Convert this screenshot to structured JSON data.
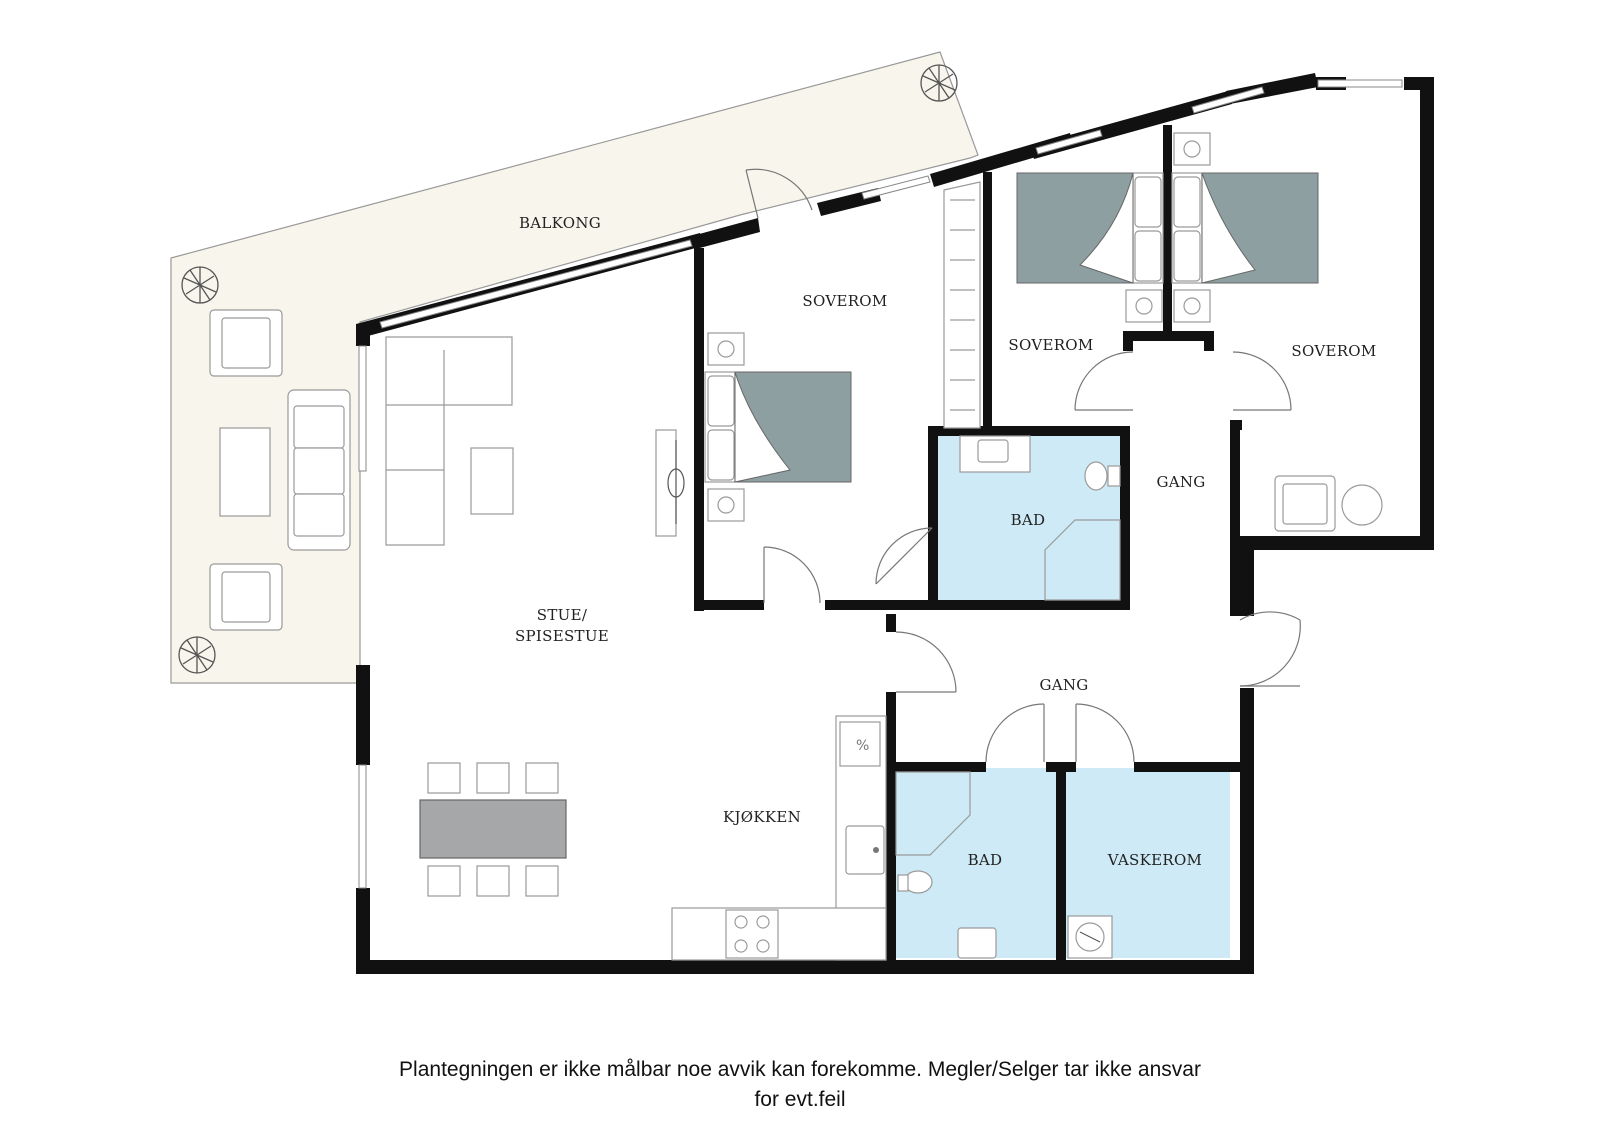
{
  "rooms": {
    "balcony": "BALKONG",
    "bedroom_1": "SOVEROM",
    "bedroom_2": "SOVEROM",
    "bedroom_3": "SOVEROM",
    "living_line1": "STUE/",
    "living_line2": "SPISESTUE",
    "bath_1": "BAD",
    "hall_1": "GANG",
    "hall_2": "GANG",
    "kitchen": "KJØKKEN",
    "bath_2": "BAD",
    "laundry": "VASKEROM"
  },
  "disclaimer": {
    "line1": "Plantegningen er ikke målbar noe avvik kan forekomme. Megler/Selger tar ikke ansvar",
    "line2": "for evt.feil"
  },
  "colors": {
    "wall": "#111111",
    "wet_room": "#cdeaf6",
    "balcony": "#f8f6ec",
    "bed": "#8d9fa0",
    "table": "#a5a7a8"
  }
}
